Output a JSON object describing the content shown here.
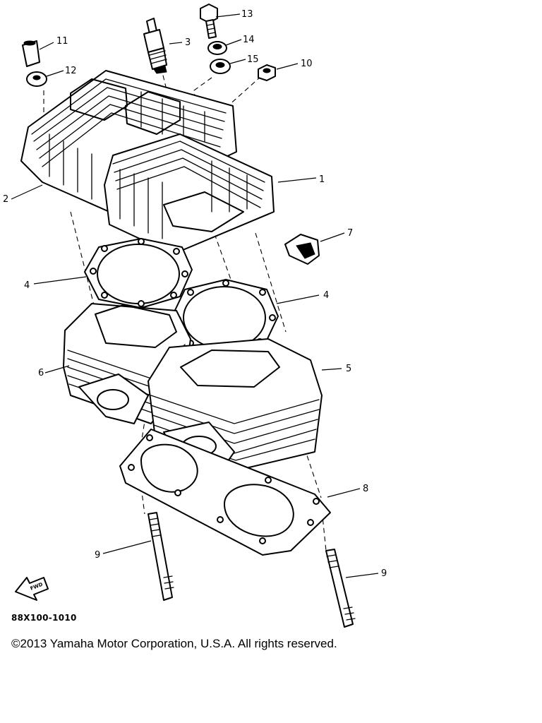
{
  "diagram": {
    "callouts": [
      {
        "id": "1",
        "label": "1"
      },
      {
        "id": "2",
        "label": "2"
      },
      {
        "id": "3",
        "label": "3"
      },
      {
        "id": "4a",
        "label": "4"
      },
      {
        "id": "4b",
        "label": "4"
      },
      {
        "id": "5",
        "label": "5"
      },
      {
        "id": "6",
        "label": "6"
      },
      {
        "id": "7",
        "label": "7"
      },
      {
        "id": "8",
        "label": "8"
      },
      {
        "id": "9a",
        "label": "9"
      },
      {
        "id": "9b",
        "label": "9"
      },
      {
        "id": "10",
        "label": "10"
      },
      {
        "id": "11",
        "label": "11"
      },
      {
        "id": "12",
        "label": "12"
      },
      {
        "id": "13",
        "label": "13"
      },
      {
        "id": "14",
        "label": "14"
      },
      {
        "id": "15",
        "label": "15"
      }
    ],
    "front_arrow_label": "FWD",
    "drawing_code": "88X100-1010"
  },
  "footer": {
    "copyright": "©2013 Yamaha Motor Corporation, U.S.A. All rights reserved."
  }
}
